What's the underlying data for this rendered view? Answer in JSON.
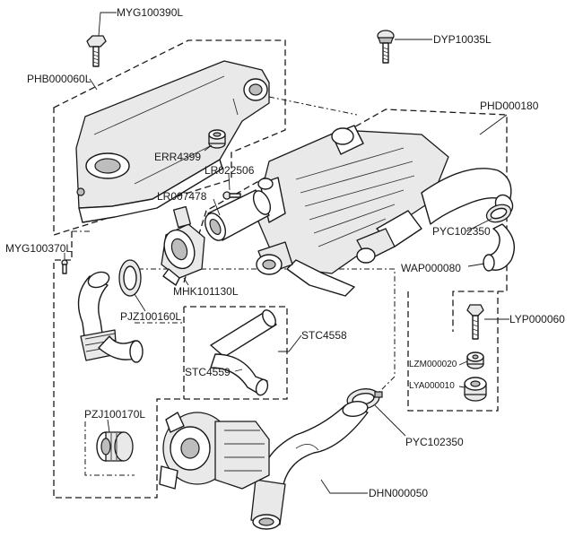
{
  "labels": {
    "myg100390l": "MYG100390L",
    "dyp10035l": "DYP10035L",
    "phb000060l": "PHB000060L",
    "phd000180": "PHD000180",
    "err4399": "ERR4399",
    "lr022506": "LR022506",
    "lr007478": "LR007478",
    "pyc102350_top": "PYC102350",
    "wap000080": "WAP000080",
    "myg100370l": "MYG100370L",
    "mhk101130l": "MHK101130L",
    "lyp000060": "LYP000060",
    "pjz100160l": "PJZ100160L",
    "stc4558": "STC4558",
    "lzm000020": "LZM000020",
    "stc4559": "STC4559",
    "lya000010": "LYA000010",
    "pzj100170l": "PZJ100170L",
    "pyc102350_bottom": "PYC102350",
    "dhn000050": "DHN000050"
  }
}
